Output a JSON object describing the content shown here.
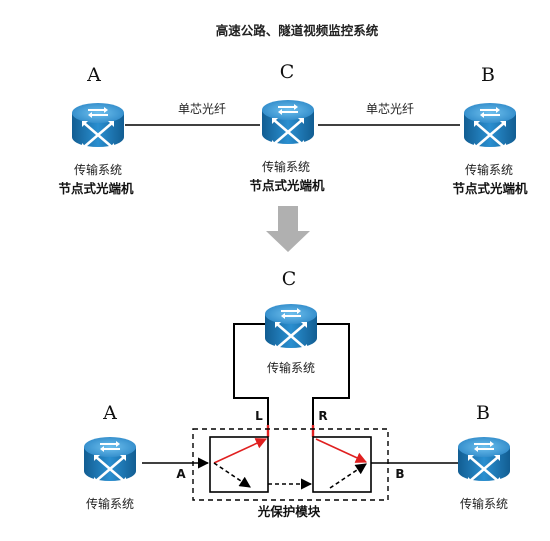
{
  "title": "高速公路、隧道视频监控系统",
  "top": {
    "node_a_letter": "A",
    "node_c_letter": "C",
    "node_b_letter": "B",
    "fiber_left": "单芯光纤",
    "fiber_right": "单芯光纤",
    "node_a_caption": "传输系统",
    "node_a_subcaption": "节点式光端机",
    "node_c_caption": "传输系统",
    "node_c_subcaption": "节点式光端机",
    "node_b_caption": "传输系统",
    "node_b_subcaption": "节点式光端机"
  },
  "bottom": {
    "node_c_letter": "C",
    "node_c_caption": "传输系统",
    "node_a_letter": "A",
    "node_a_caption": "传输系统",
    "node_b_letter": "B",
    "node_b_caption": "传输系统",
    "port_l": "L",
    "port_r": "R",
    "port_a": "A",
    "port_b": "B",
    "module_caption": "光保护模块"
  },
  "colors": {
    "device_fill": "#1f78b4",
    "active_path": "#e02020",
    "arrow_gray": "#b0b0b0",
    "line": "#000000"
  }
}
